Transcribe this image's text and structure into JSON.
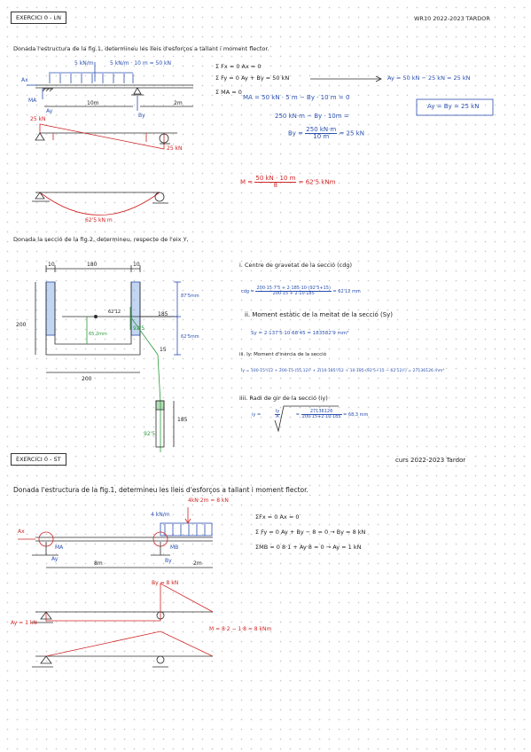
{
  "ex1": {
    "label": "EXERCICI 0 - LN",
    "course": "WR10  2022-2023  TARDOR",
    "statement": "Donada l'estructura de la fig.1, determineu les lleis d'esforços a tallant i moment flector.",
    "load_top1": "5 kN/m",
    "load_top2": "5 kN/m · 10 m = 50 kN",
    "ax": "Ax",
    "ma": "MA",
    "ay": "Ay",
    "by": "By",
    "span1": "10m",
    "span2": "2m",
    "eq1": "Σ Fx = 0     Ax = 0",
    "eq2": "Σ Fy = 0     Ay + By = 50 kN",
    "eq2b": "Ay = 50 kN − 25 kN = 25 kN",
    "eq3_left": "Σ MA = 0",
    "eq3": "MA = 50 kN · 5 m − By · 10 m = 0",
    "eq4": "250 kN·m − By · 10m =",
    "eq5_lhs": "By =",
    "eq5_num": "250 kN·m",
    "eq5_den": "10 m",
    "eq5_res": "= 25 kN",
    "boxed": "Ay = By = 25 kN",
    "shear_left": "25 kN",
    "shear_right": "25 kN",
    "moment_lhs": "M =",
    "moment_num": "50 kN · 10 m",
    "moment_den": "8",
    "moment_res": "= 62'5 kNm",
    "moment_peak": "62'5 kN m",
    "statement2": "Donada la secció de la fig.2, determineu, respecte de l'eix Y,",
    "dim_10a": "10",
    "dim_180": "180",
    "dim_10b": "10",
    "dim_200_left": "200",
    "dim_200_bottom": "200",
    "dim_185": "185",
    "dim_925": "92'5",
    "dim_15": "15",
    "dim_6212": "62'12",
    "dim_6512": "65,2mm",
    "dim_185b": "185",
    "dim_925b": "92'5",
    "dim_right1": "87'5mm",
    "dim_right2": "62'5mm",
    "q1": "i. Centre de gravetat de la secció (cdg)",
    "cdg_lhs": "cdg =",
    "cdg_num": "200·15·7'5 + 2·185·10·(92'5+15)",
    "cdg_den": "200·15 + 2·10·185",
    "cdg_res": "= 62'12 mm",
    "q2": "ii. Moment estàtic de la meitat de la secció (Sy)",
    "sy": "Sy = 2·137'5·10·68'45 = 183582'9 mm³",
    "q3": "iii. Iy: Moment d'inèrcia de la secció",
    "iy_lhs": "Iy =",
    "iy_body": "100·15³/12 + 200·15·(55,12)² + 2(10·185³/12 + 10·185·(92'5+15 − 62'12)²) = 27136126 mm⁴",
    "q4": "iiii. Radi de gir de la secció (iy)",
    "iy2_lhs": "iy =",
    "iy2_num": "27136126",
    "iy2_den": "200·15+2·10·185",
    "iy2_res": "= 68,3 mm",
    "iy2_small_num": "Iy",
    "iy2_small_den": "A"
  },
  "ex2": {
    "label": "EXERCICI 0 - ST",
    "course": "curs 2022-2023 Tardor",
    "statement": "Donada l'estructura de la fig.1, determineu les lleis d'esforços a tallant i moment flector.",
    "load_red": "4kN·2m = 8 kN",
    "load_black": "4 kN/m",
    "ax": "Ax",
    "ma": "MA",
    "mb": "MB",
    "ay": "Ay",
    "by": "By",
    "span1": "8m",
    "span2": "2m",
    "eq1": "ΣFx = 0     Ax = 0",
    "eq2": "Σ Fy = 0     Ay + By − 8 = 0  →  By = 8 kN",
    "eq3": "ΣMB = 0     8·1 + Ay·8 = 0  →  Ay = 1 kN",
    "shear_by": "By = 8 kN",
    "shear_ay": "Ay = 1 kN",
    "moment": "M = 8·2 − 1·8 = 8 kNm"
  }
}
